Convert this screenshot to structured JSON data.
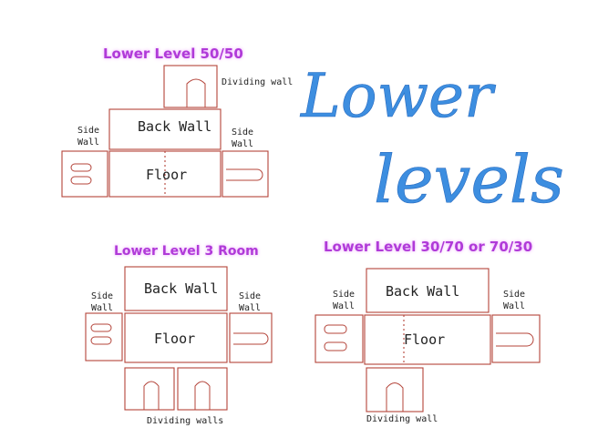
{
  "banner": {
    "line1": "Lower",
    "line2": "levels",
    "color": "#3d8ee0"
  },
  "layouts": {
    "fifty": {
      "title": "Lower Level 50/50",
      "dividing_wall": "Dividing wall",
      "back_wall": "Back Wall",
      "side_wall_left": [
        "Side",
        "Wall"
      ],
      "side_wall_right": [
        "Side",
        "Wall"
      ],
      "floor": "Floor"
    },
    "three_room": {
      "title": "Lower Level 3 Room",
      "back_wall": "Back Wall",
      "side_wall_left": [
        "Side",
        "Wall"
      ],
      "side_wall_right": [
        "Side",
        "Wall"
      ],
      "floor": "Floor",
      "dividing_walls": "Dividing walls"
    },
    "thirty_seventy": {
      "title": "Lower Level 30/70 or 70/30",
      "back_wall": "Back Wall",
      "side_wall_left": [
        "Side",
        "Wall"
      ],
      "side_wall_right": [
        "Side",
        "Wall"
      ],
      "floor": "Floor",
      "dividing_wall": "Dividing wall"
    }
  },
  "colors": {
    "title": "#b03ad8",
    "cut_line": "#b4443a",
    "banner": "#3d8ee0"
  }
}
